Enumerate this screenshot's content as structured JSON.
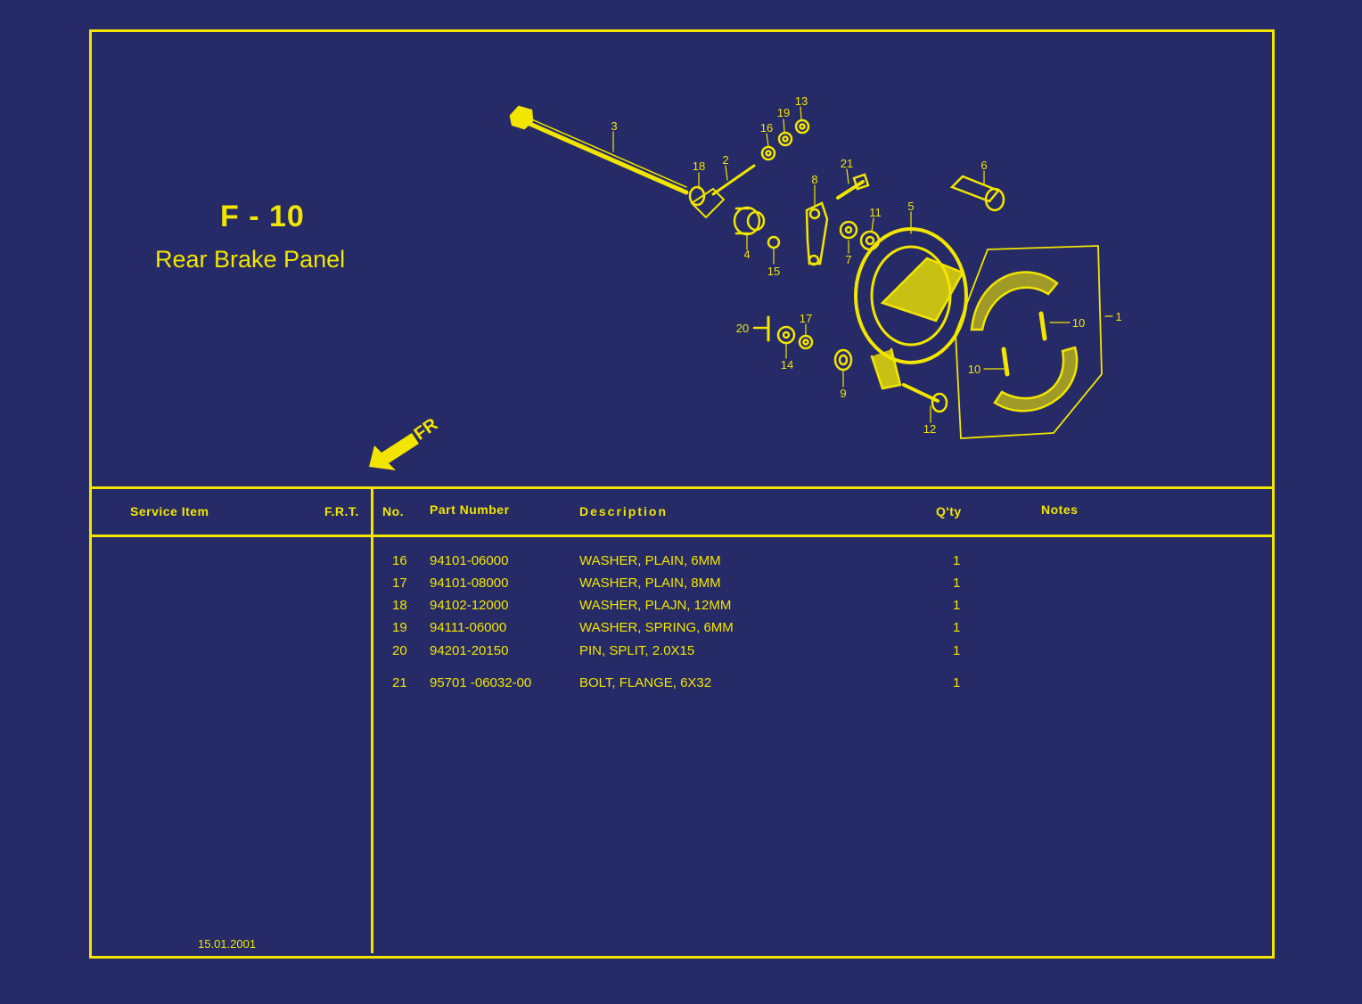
{
  "header": {
    "code": "F - 10",
    "name": "Rear Brake Panel"
  },
  "diagram": {
    "direction_label": "FR",
    "callouts": [
      "1",
      "2",
      "3",
      "4",
      "5",
      "6",
      "7",
      "8",
      "9",
      "10",
      "10",
      "11",
      "12",
      "13",
      "14",
      "15",
      "16",
      "17",
      "18",
      "19",
      "20",
      "21"
    ]
  },
  "table": {
    "headers": {
      "service_item": "Service Item",
      "frt": "F.R.T.",
      "no": "No.",
      "part_number": "Part Number",
      "description": "Description",
      "qty": "Q'ty",
      "notes": "Notes"
    },
    "rows": [
      {
        "no": "16",
        "part_number": "94101-06000",
        "description": "WASHER, PLAIN, 6MM",
        "qty": "1"
      },
      {
        "no": "17",
        "part_number": "94101-08000",
        "description": "WASHER, PLAIN, 8MM",
        "qty": "1"
      },
      {
        "no": "18",
        "part_number": "94102-12000",
        "description": "WASHER, PLAJN, 12MM",
        "qty": "1"
      },
      {
        "no": "19",
        "part_number": "94111-06000",
        "description": "WASHER, SPRING, 6MM",
        "qty": "1"
      },
      {
        "no": "20",
        "part_number": "94201-20150",
        "description": "PIN, SPLIT, 2.0X15",
        "qty": "1"
      },
      {
        "no": "21",
        "part_number": "95701 -06032-00",
        "description": "BOLT, FLANGE, 6X32",
        "qty": "1"
      }
    ]
  },
  "footer": {
    "date": "15.01.2001"
  },
  "colors": {
    "background": "#262a66",
    "ink": "#f2e600"
  }
}
